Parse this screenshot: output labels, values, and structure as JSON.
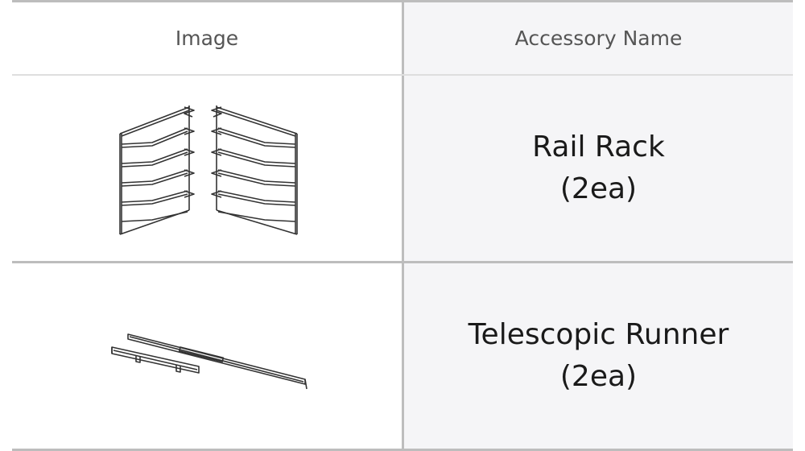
{
  "table": {
    "headers": {
      "image": "Image",
      "name": "Accessory Name"
    },
    "rows": [
      {
        "icon": "rail-rack-illustration",
        "name_line1": "Rail Rack",
        "name_line2": "(2ea)"
      },
      {
        "icon": "telescopic-runner-illustration",
        "name_line1": "Telescopic Runner",
        "name_line2": "(2ea)"
      }
    ]
  },
  "colors": {
    "border": "#bdbdbd",
    "header_divider": "#dedede",
    "name_column_bg": "#f5f5f7",
    "header_text": "#555555",
    "body_text": "#1a1a1a"
  }
}
